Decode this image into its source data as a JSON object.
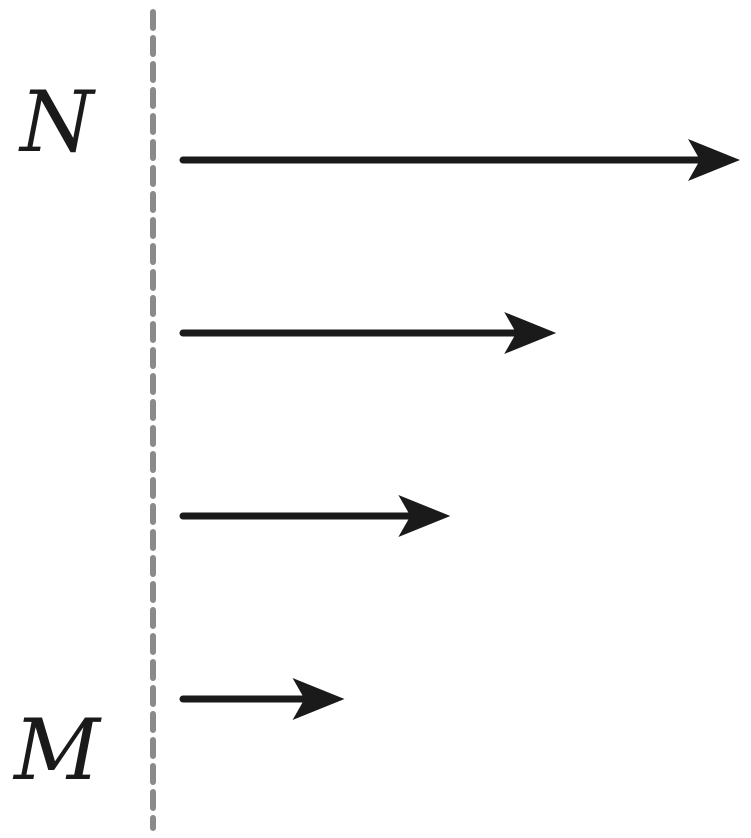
{
  "labels": {
    "top": "N",
    "bottom": "M"
  },
  "colors": {
    "arrow": "#1a1a1a",
    "boundary": "#8a8a8a",
    "label": "#1a1a1a"
  },
  "arrows": [
    {
      "name": "arrow-1",
      "relative_length": 1.0
    },
    {
      "name": "arrow-2",
      "relative_length": 0.67
    },
    {
      "name": "arrow-3",
      "relative_length": 0.48
    },
    {
      "name": "arrow-4",
      "relative_length": 0.29
    }
  ],
  "boundary_style": "dashed"
}
